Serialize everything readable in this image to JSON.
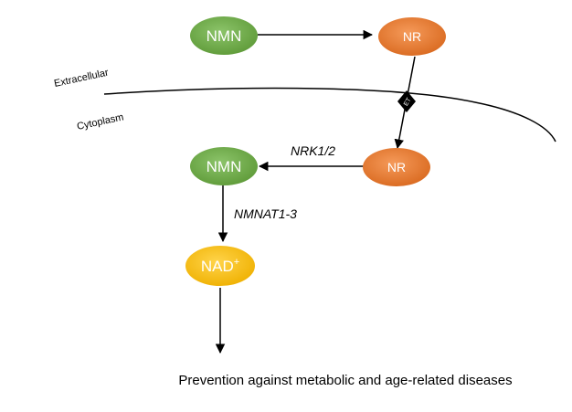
{
  "nodes": {
    "nmn_extracellular": "NMN",
    "nr_extracellular": "NR",
    "nmn_cytoplasm": "NMN",
    "nr_cytoplasm": "NR",
    "nad": "NAD",
    "nad_superscript": "+"
  },
  "regions": {
    "extracellular": "Extracellular",
    "cytoplasm": "Cytoplasm"
  },
  "transporter": {
    "label": "ET"
  },
  "enzymes": {
    "nrk": "NRK1/2",
    "nmnat": "NMNAT1-3"
  },
  "outcome": "Prevention against metabolic and age-related diseases",
  "colors": {
    "nmn": "#70ad47",
    "nr": "#ed7d31",
    "nad": "#ffc000",
    "membrane": "#000000",
    "transporter": "#000000"
  }
}
